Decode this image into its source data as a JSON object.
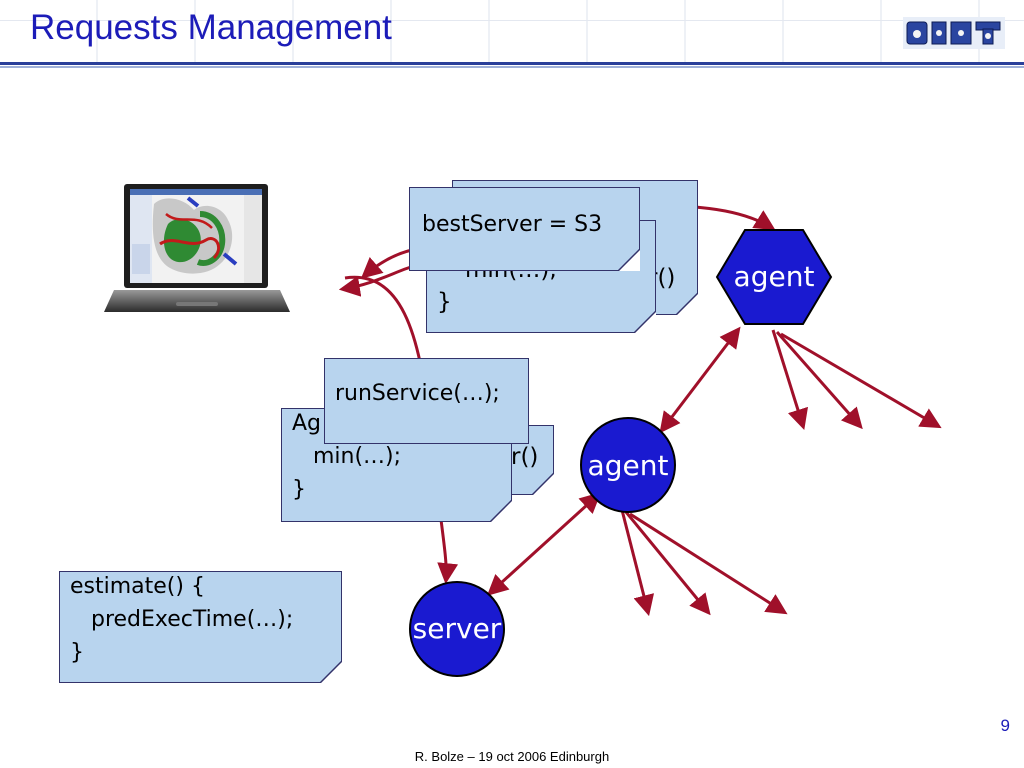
{
  "slide": {
    "title": "Requests Management",
    "page_number": "9",
    "footer": "R. Bolze – 19 oct 2006 Edinburgh"
  },
  "notes": {
    "top_back": [
      "",
      "r()",
      ""
    ],
    "top_mid": [
      "",
      "min(…);",
      "}"
    ],
    "top_front": "bestServer = S3",
    "mid_back": "r()",
    "mid_mid": [
      "Ag",
      "   min(…);",
      "}"
    ],
    "mid_front": "runService(…);",
    "estimate": [
      "estimate() {",
      "   predExecTime(…);",
      "}"
    ]
  },
  "nodes": {
    "top_agent": "agent",
    "mid_agent": "agent",
    "server": "server"
  },
  "colors": {
    "title": "#1c1cb8",
    "note_fill": "#b8d4ee",
    "node_fill": "#1a1ad0",
    "arrow": "#a0102a"
  }
}
